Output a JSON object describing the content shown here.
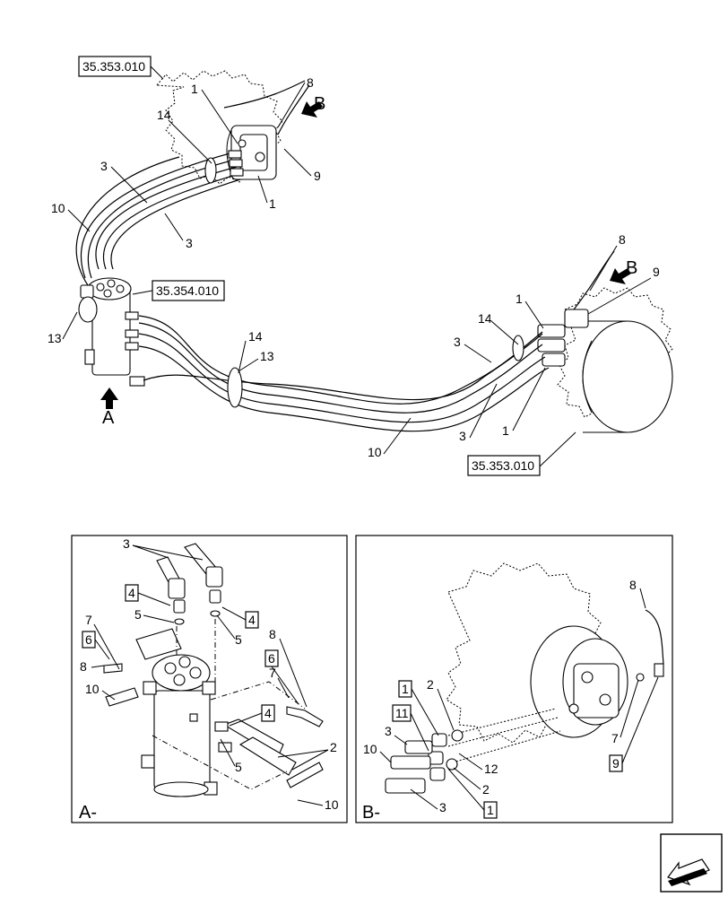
{
  "main": {
    "refs": {
      "motor_top": "35.353.010",
      "valve": "35.354.010",
      "motor_bottom": "35.353.010"
    },
    "view_a_arrow": "A",
    "view_b_top": "B",
    "view_b_right": "B",
    "callouts": {
      "c1a": "1",
      "c1b": "1",
      "c1c": "1",
      "c1d": "1",
      "c3a": "3",
      "c3b": "3",
      "c3c": "3",
      "c3d": "3",
      "c8a": "8",
      "c8b": "8",
      "c9a": "9",
      "c9b": "9",
      "c10a": "10",
      "c10b": "10",
      "c13a": "13",
      "c13b": "13",
      "c14a": "14",
      "c14b": "14",
      "c14c": "14"
    }
  },
  "detail_a": {
    "title": "A-",
    "labels": {
      "l3": "3",
      "l4a": "4",
      "l4b": "4",
      "l4c": "4",
      "l5a": "5",
      "l5b": "5",
      "l5c": "5",
      "l6a": "6",
      "l6b": "6",
      "l7a": "7",
      "l7b": "7",
      "l8a": "8",
      "l8b": "8",
      "l10a": "10",
      "l10b": "10",
      "l2": "2"
    }
  },
  "detail_b": {
    "title": "B-",
    "labels": {
      "l1a": "1",
      "l1b": "1",
      "l11": "11",
      "l2a": "2",
      "l2b": "2",
      "l3a": "3",
      "l3b": "3",
      "l10": "10",
      "l12": "12",
      "l8": "8",
      "l7": "7",
      "l9": "9"
    }
  }
}
